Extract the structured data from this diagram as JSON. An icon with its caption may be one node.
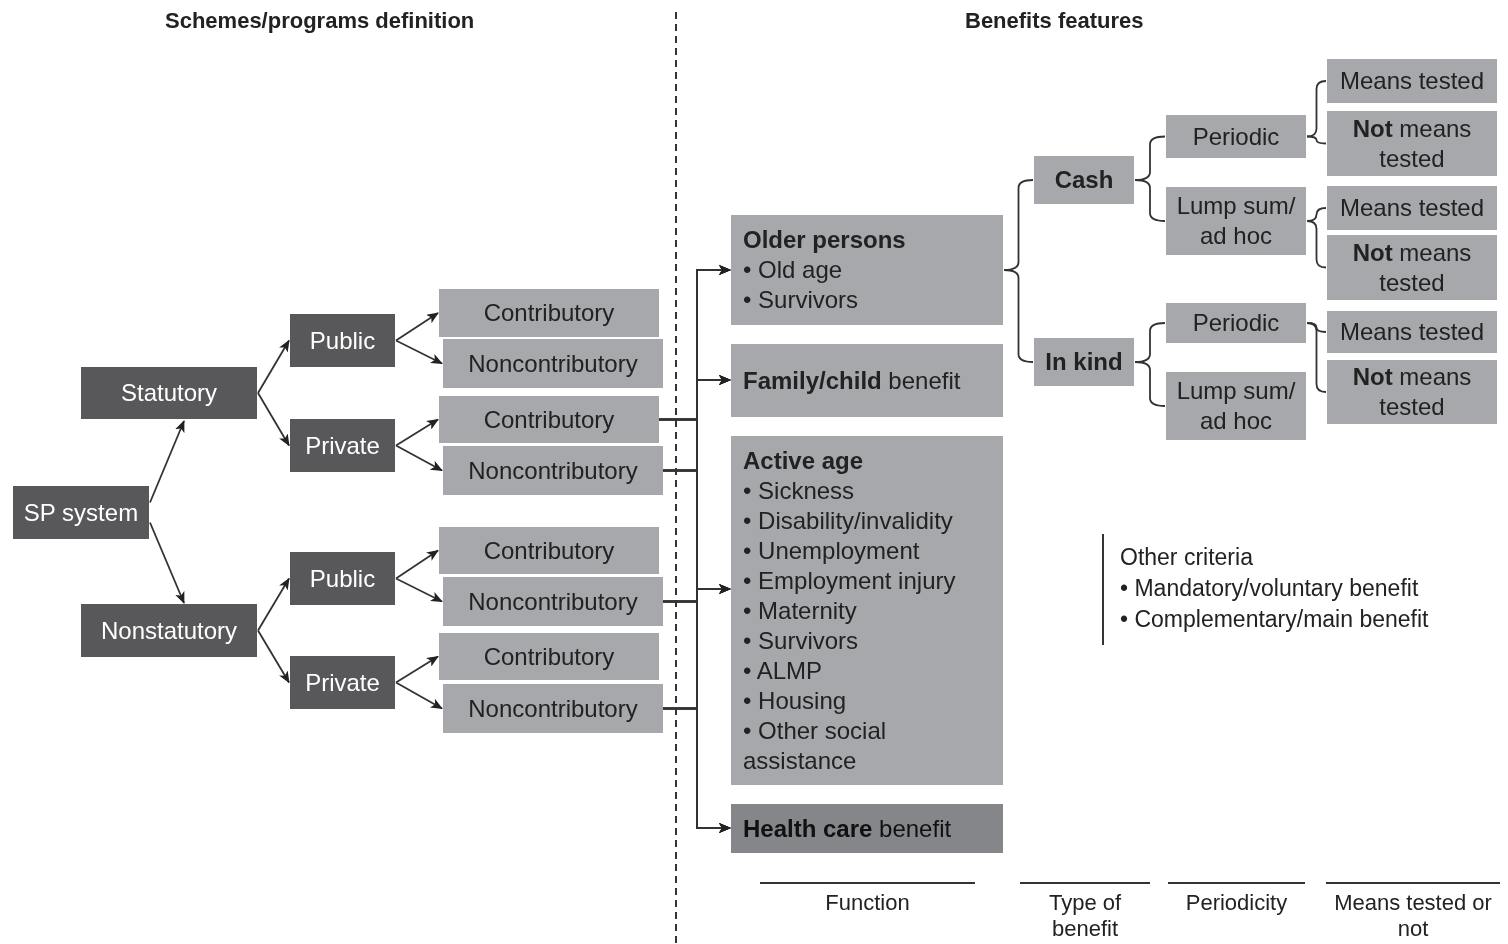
{
  "diagram": {
    "nodes": [
      {
        "text": [
          "SP system"
        ]
      },
      {
        "text": [
          "Statutory"
        ]
      },
      {
        "text": [
          "Nonstatutory"
        ]
      },
      {
        "text": [
          "Public"
        ]
      },
      {
        "text": [
          "Private"
        ]
      },
      {
        "text": [
          "Public"
        ]
      },
      {
        "text": [
          "Private"
        ]
      },
      {
        "text": [
          "Contributory"
        ]
      },
      {
        "text": [
          "Noncontributory"
        ]
      },
      {
        "text": [
          "Contributory"
        ]
      },
      {
        "text": [
          "Noncontributory"
        ]
      },
      {
        "text": [
          "Contributory"
        ]
      },
      {
        "text": [
          "Noncontributory"
        ]
      },
      {
        "text": [
          "Contributory"
        ]
      },
      {
        "text": [
          "Noncontributory"
        ]
      },
      {
        "text": [
          "**Older persons**",
          "• Old age",
          "• Survivors"
        ]
      },
      {
        "text": [
          "**Family/child** benefit"
        ]
      },
      {
        "text": [
          "**Active age**",
          "• Sickness",
          "• Disability/invalidity",
          "• Unemployment",
          "• Employment injury",
          "• Maternity",
          "• Survivors",
          "• ALMP",
          "• Housing",
          "• Other social assistance"
        ]
      },
      {
        "text": [
          "**Health care** benefit"
        ]
      },
      {
        "text": [
          "Cash"
        ]
      },
      {
        "text": [
          "In kind"
        ]
      },
      {
        "text": [
          "Periodic"
        ]
      },
      {
        "text": [
          "Lump sum/ ad hoc"
        ]
      },
      {
        "text": [
          "Periodic"
        ]
      },
      {
        "text": [
          "Lump sum/ ad hoc"
        ]
      },
      {
        "text": [
          "Means tested"
        ]
      },
      {
        "text": [
          "**Not** means tested"
        ]
      },
      {
        "text": [
          "Means tested"
        ]
      },
      {
        "text": [
          "**Not** means tested"
        ]
      },
      {
        "text": [
          "Means tested"
        ]
      },
      {
        "text": [
          "**Not** means tested"
        ]
      }
    ],
    "edges": [
      {
        "from": 0,
        "to": 1,
        "arrow": "to"
      },
      {
        "from": 0,
        "to": 2,
        "arrow": "to"
      },
      {
        "from": 1,
        "to": 3,
        "arrow": "to"
      },
      {
        "from": 1,
        "to": 4,
        "arrow": "to"
      },
      {
        "from": 2,
        "to": 5,
        "arrow": "to"
      },
      {
        "from": 2,
        "to": 6,
        "arrow": "to"
      },
      {
        "from": 3,
        "to": 7,
        "arrow": "to"
      },
      {
        "from": 3,
        "to": 8,
        "arrow": "to"
      },
      {
        "from": 4,
        "to": 9,
        "arrow": "to"
      },
      {
        "from": 4,
        "to": 10,
        "arrow": "to"
      },
      {
        "from": 5,
        "to": 11,
        "arrow": "to"
      },
      {
        "from": 5,
        "to": 12,
        "arrow": "to"
      },
      {
        "from": 6,
        "to": 13,
        "arrow": "to"
      },
      {
        "from": 6,
        "to": 14,
        "arrow": "to"
      },
      {
        "from": 9,
        "to": 15,
        "arrow": "to"
      },
      {
        "from": 9,
        "to": 16,
        "arrow": "to"
      },
      {
        "from": 9,
        "to": 17,
        "arrow": "to"
      },
      {
        "from": 9,
        "to": 18,
        "arrow": "to"
      },
      {
        "from": 10,
        "to": 15,
        "arrow": "to"
      },
      {
        "from": 10,
        "to": 16,
        "arrow": "to"
      },
      {
        "from": 10,
        "to": 17,
        "arrow": "to"
      },
      {
        "from": 10,
        "to": 18,
        "arrow": "to"
      },
      {
        "from": 12,
        "to": 15,
        "arrow": "to"
      },
      {
        "from": 12,
        "to": 16,
        "arrow": "to"
      },
      {
        "from": 12,
        "to": 17,
        "arrow": "to"
      },
      {
        "from": 12,
        "to": 18,
        "arrow": "to"
      },
      {
        "from": 14,
        "to": 15,
        "arrow": "to"
      },
      {
        "from": 14,
        "to": 16,
        "arrow": "to"
      },
      {
        "from": 14,
        "to": 17,
        "arrow": "to"
      },
      {
        "from": 14,
        "to": 18,
        "arrow": "to"
      },
      {
        "from": 15,
        "to": 19,
        "arrow": "none"
      },
      {
        "from": 15,
        "to": 20,
        "arrow": "none"
      },
      {
        "from": 19,
        "to": 21,
        "arrow": "none"
      },
      {
        "from": 19,
        "to": 22,
        "arrow": "none"
      },
      {
        "from": 20,
        "to": 23,
        "arrow": "none"
      },
      {
        "from": 20,
        "to": 24,
        "arrow": "none"
      },
      {
        "from": 21,
        "to": 25,
        "arrow": "none"
      },
      {
        "from": 21,
        "to": 26,
        "arrow": "none"
      },
      {
        "from": 22,
        "to": 27,
        "arrow": "none"
      },
      {
        "from": 22,
        "to": 28,
        "arrow": "none"
      },
      {
        "from": 23,
        "to": 29,
        "arrow": "none"
      },
      {
        "from": 23,
        "to": 30,
        "arrow": "none"
      }
    ],
    "labels": [
      "Schemes/programs definition",
      "Benefits features",
      "Other criteria",
      "• Mandatory/voluntary benefit",
      "• Complementary/main benefit",
      "Function",
      "Type of benefit",
      "Periodicity",
      "Means tested or not"
    ]
  }
}
